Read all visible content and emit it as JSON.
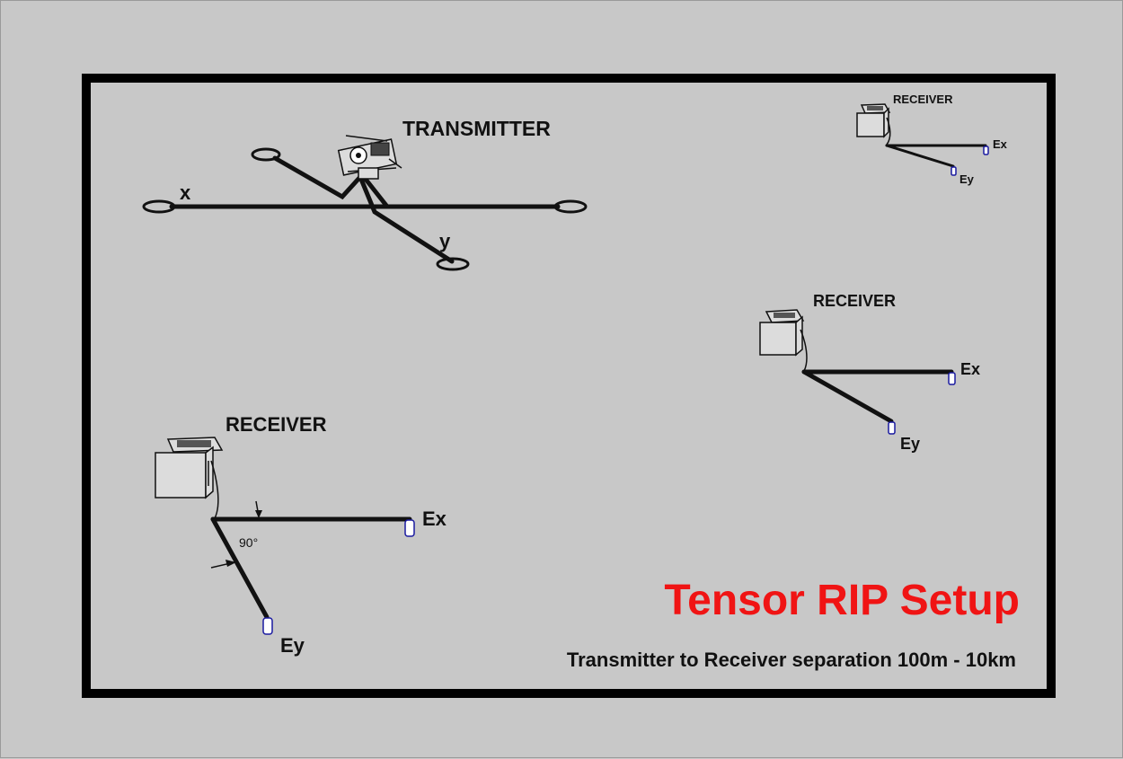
{
  "diagram": {
    "title": "Tensor RIP Setup",
    "subtitle": "Transmitter to Receiver separation 100m - 10km",
    "title_color": "#f01414",
    "background_color": "#c8c8c8",
    "frame_color": "#000000",
    "electrode_color": "#1a1aa0"
  },
  "transmitter": {
    "label": "TRANSMITTER",
    "x_label": "x",
    "y_label": "y"
  },
  "receivers": [
    {
      "label": "RECEIVER",
      "ex_label": "Ex",
      "ey_label": "Ey",
      "angle_label": "90°"
    },
    {
      "label": "RECEIVER",
      "ex_label": "Ex",
      "ey_label": "Ey"
    },
    {
      "label": "RECEIVER",
      "ex_label": "Ex",
      "ey_label": "Ey"
    }
  ]
}
